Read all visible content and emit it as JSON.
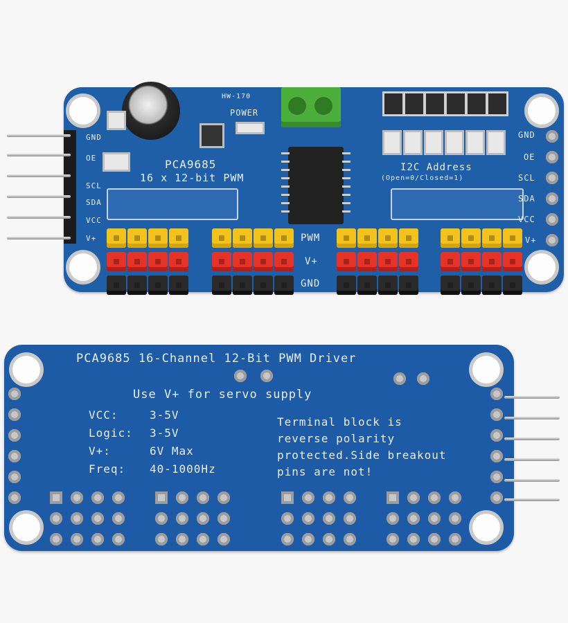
{
  "top_board": {
    "model_label": "PCA9685",
    "resolution_label": "16 x 12-bit PWM",
    "part_number": "HW-170",
    "power_led_label": "POWER",
    "i2c_label": "I2C Address",
    "i2c_sub": "(Open=0/Closed=1)",
    "left_pins": [
      "GND",
      "OE",
      "SCL",
      "SDA",
      "VCC",
      "V+"
    ],
    "right_pins": [
      "GND",
      "OE",
      "SCL",
      "SDA",
      "VCC",
      "V+"
    ],
    "row_labels": [
      "PWM",
      "V+",
      "GND"
    ],
    "colors": {
      "pcb": "#1f5fa8",
      "terminal": "#4caf3c",
      "pwm_header": "#f3c21b",
      "vplus_header": "#e53327",
      "gnd_header": "#2a2a2a"
    }
  },
  "bottom_board": {
    "title": "PCA9685  16-Channel  12-Bit  PWM  Driver",
    "servo_note": "Use V+ for servo supply",
    "specs": [
      {
        "key": "VCC:",
        "value": "3-5V"
      },
      {
        "key": "Logic:",
        "value": "3-5V"
      },
      {
        "key": "V+:",
        "value": "6V Max"
      },
      {
        "key": "Freq:",
        "value": "40-1000Hz"
      }
    ],
    "terminal_note_lines": [
      "Terminal block is",
      "reverse polarity",
      "protected.Side breakout",
      "pins are not!"
    ]
  }
}
